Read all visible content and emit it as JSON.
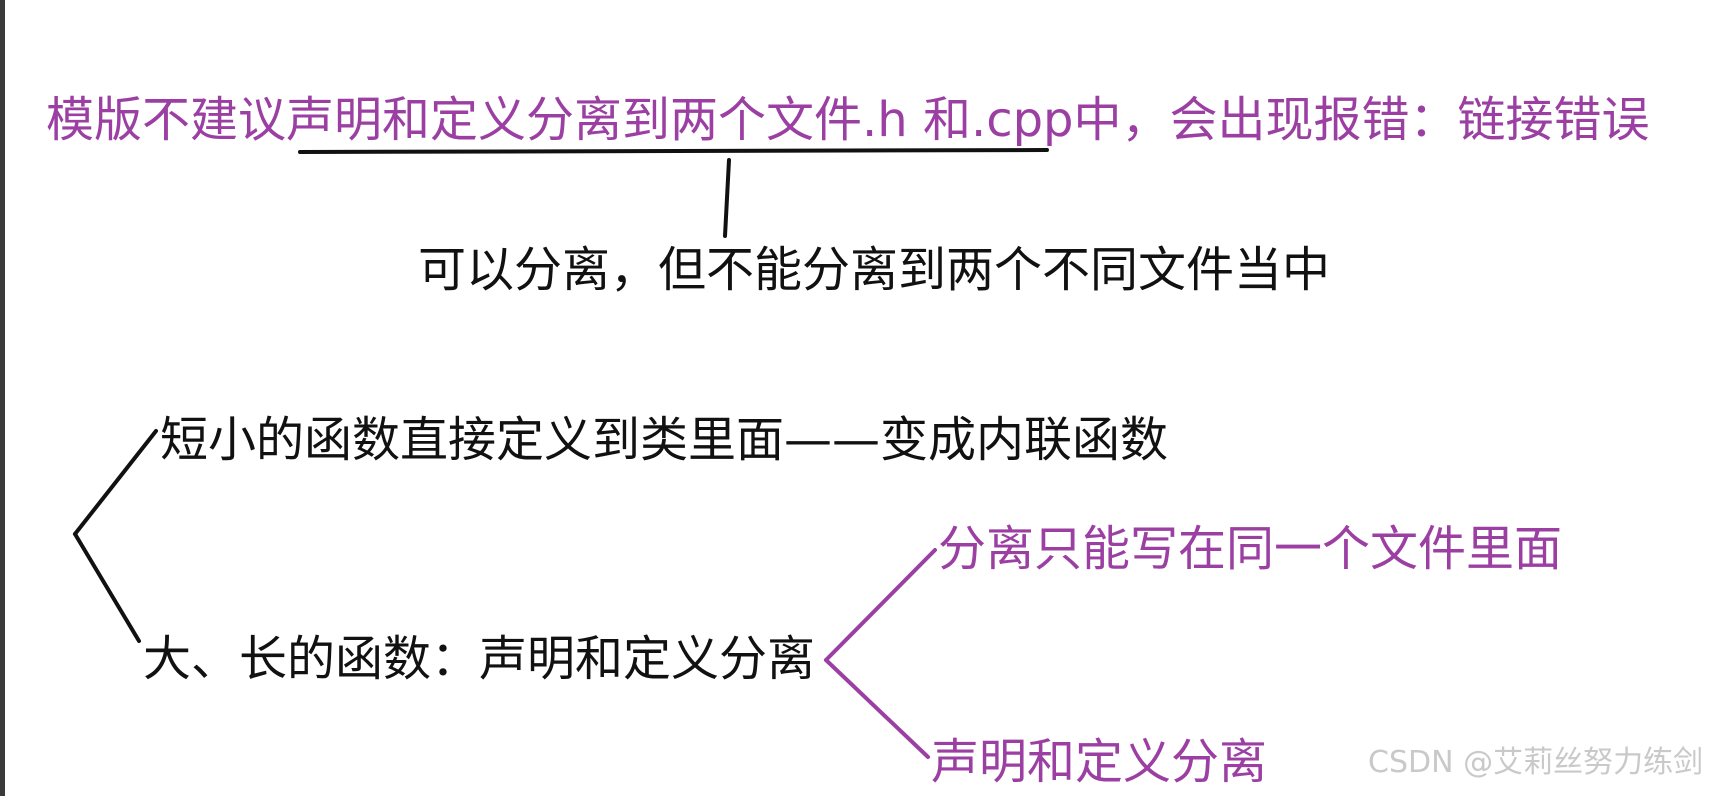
{
  "note": {
    "template_warning": "模版不建议声明和定义分离到两个文件.h 和.cpp中，会出现报错：链接错误",
    "template_clarification": "可以分离，但不能分离到两个不同文件当中",
    "short_function": "短小的函数直接定义到类里面——变成内联函数",
    "long_function": "大、长的函数：声明和定义分离",
    "branch_same_file": "分离只能写在同一个文件里面",
    "branch_separate": "声明和定义分离"
  },
  "watermark": "CSDN @艾莉丝努力练剑",
  "colors": {
    "accent_purple": "#9b3fa3",
    "ink": "#111111"
  }
}
